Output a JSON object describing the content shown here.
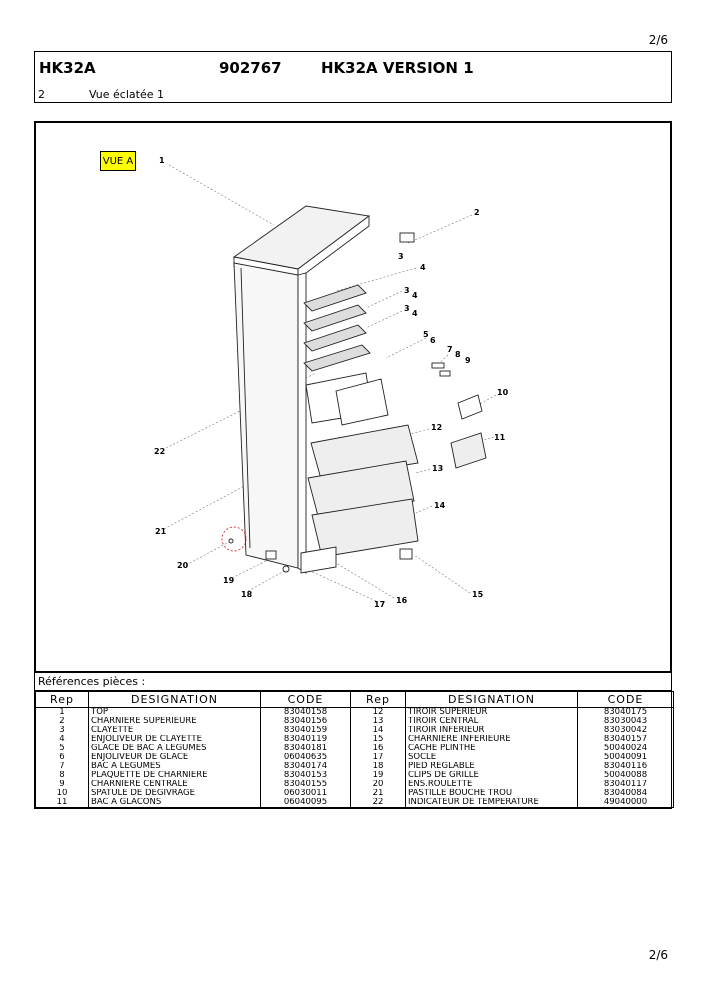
{
  "page": {
    "number": "2/6"
  },
  "header": {
    "model": "HK32A",
    "code": "902767",
    "version": "HK32A VERSION 1",
    "section_number": "2",
    "section_title": "Vue éclatée 1"
  },
  "diagram": {
    "view_label": "VUE A",
    "callouts": [
      "1",
      "2",
      "3",
      "4",
      "3",
      "4",
      "3",
      "4",
      "5",
      "6",
      "7",
      "8",
      "9",
      "10",
      "11",
      "12",
      "13",
      "14",
      "15",
      "16",
      "17",
      "18",
      "19",
      "20",
      "21",
      "22"
    ]
  },
  "parts": {
    "title": "Références pièces  :",
    "columns": [
      "Rep",
      "DESIGNATION",
      "CODE",
      "Rep",
      "DESIGNATION",
      "CODE"
    ],
    "rows": [
      [
        "1",
        "TOP",
        "83040158",
        "12",
        "TIROIR SUPERIEUR",
        "83040175"
      ],
      [
        "2",
        "CHARNIERE SUPERIEURE",
        "83040156",
        "13",
        "TIROIR CENTRAL",
        "83030043"
      ],
      [
        "3",
        "CLAYETTE",
        "83040159",
        "14",
        "TIROIR INFERIEUR",
        "83030042"
      ],
      [
        "4",
        "ENJOLIVEUR DE CLAYETTE",
        "83040119",
        "15",
        "CHARNIERE INFERIEURE",
        "83040157"
      ],
      [
        "5",
        "GLACE DE BAC A LEGUMES",
        "83040181",
        "16",
        "CACHE PLINTHE",
        "50040024"
      ],
      [
        "6",
        "ENJOLIVEUR DE GLACE",
        "06040635",
        "17",
        "SOCLE",
        "50040091"
      ],
      [
        "7",
        "BAC A LEGUMES",
        "83040174",
        "18",
        "PIED REGLABLE",
        "83040116"
      ],
      [
        "8",
        "PLAQUETTE DE CHARNIERE",
        "83040153",
        "19",
        "CLIPS DE GRILLE",
        "50040088"
      ],
      [
        "9",
        "CHARNIERE CENTRALE",
        "83040155",
        "20",
        "ENS.ROULETTE",
        "83040117"
      ],
      [
        "10",
        "SPATULE DE DEGIVRAGE",
        "06030011",
        "21",
        "PASTILLE BOUCHE TROU",
        "83040084"
      ],
      [
        "11",
        "BAC A GLACONS",
        "06040095",
        "22",
        "INDICATEUR DE TEMPERATURE",
        "49040000"
      ]
    ]
  }
}
